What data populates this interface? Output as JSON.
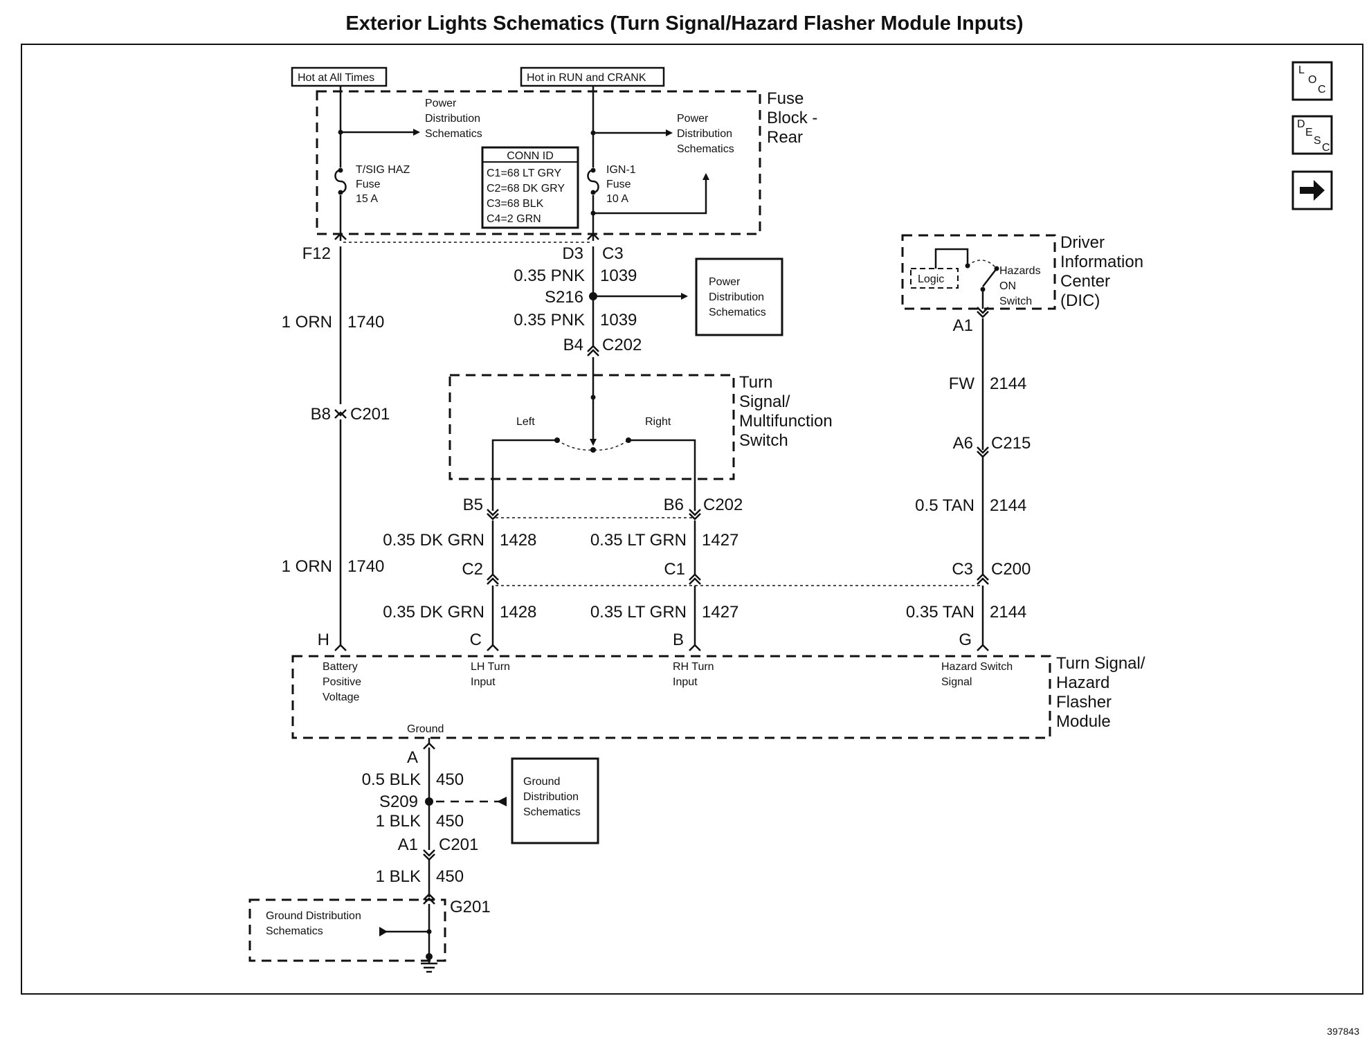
{
  "title": "Exterior Lights Schematics (Turn Signal/Hazard Flasher Module Inputs)",
  "figure_id": "397843",
  "nav": {
    "loc": [
      "L",
      "O",
      "C"
    ],
    "desc": [
      "D",
      "E",
      "S",
      "C"
    ],
    "next_icon": "right-arrow-icon"
  },
  "fuse_block": {
    "hot_all_times": "Hot at All Times",
    "hot_run_crank": "Hot in RUN and CRANK",
    "name": [
      "Fuse",
      "Block -",
      "Rear"
    ],
    "pd_left": [
      "Power",
      "Distribution",
      "Schematics"
    ],
    "pd_right": [
      "Power",
      "Distribution",
      "Schematics"
    ],
    "fuse_left": [
      "T/SIG HAZ",
      "Fuse",
      "15 A"
    ],
    "fuse_right": [
      "IGN-1",
      "Fuse",
      "10 A"
    ],
    "conn_id_title": "CONN ID",
    "conn_id_rows": [
      "C1=68 LT GRY",
      "C2=68 DK GRY",
      "C3=68 BLK",
      "C4=2 GRN"
    ]
  },
  "left_branch": {
    "f12": "F12",
    "wire1": "1 ORN",
    "circ1": "1740",
    "b8": "B8",
    "c201": "C201",
    "wire2": "1 ORN",
    "circ2": "1740",
    "h": "H"
  },
  "center_branch": {
    "d3": "D3",
    "c3": "C3",
    "wire1": "0.35 PNK",
    "circ1": "1039",
    "s216": "S216",
    "wire2": "0.35 PNK",
    "circ2": "1039",
    "b4": "B4",
    "c202": "C202",
    "pd_box": [
      "Power",
      "Distribution",
      "Schematics"
    ]
  },
  "switch": {
    "name": [
      "Turn",
      "Signal/",
      "Multifunction",
      "Switch"
    ],
    "left": "Left",
    "right": "Right"
  },
  "lh_branch": {
    "b5": "B5",
    "wire1": "0.35 DK GRN",
    "circ1": "1428",
    "c2": "C2",
    "wire2": "0.35 DK GRN",
    "circ2": "1428",
    "c": "C"
  },
  "rh_branch": {
    "b6": "B6",
    "c202": "C202",
    "wire1": "0.35 LT GRN",
    "circ1": "1427",
    "c1": "C1",
    "wire2": "0.35 LT GRN",
    "circ2": "1427",
    "b": "B"
  },
  "dic": {
    "name": [
      "Driver",
      "Information",
      "Center",
      "(DIC)"
    ],
    "logic": "Logic",
    "switch": [
      "Hazards",
      "ON",
      "Switch"
    ],
    "a1": "A1",
    "fw": "FW",
    "circ1": "2144",
    "a6": "A6",
    "c215": "C215",
    "wire2": "0.5 TAN",
    "circ2": "2144",
    "c3": "C3",
    "c200": "C200",
    "wire3": "0.35 TAN",
    "circ3": "2144",
    "g": "G"
  },
  "module": {
    "name": [
      "Turn Signal/",
      "Hazard",
      "Flasher",
      "Module"
    ],
    "battery": [
      "Battery",
      "Positive",
      "Voltage"
    ],
    "lh": [
      "LH Turn",
      "Input"
    ],
    "rh": [
      "RH Turn",
      "Input"
    ],
    "hazard": [
      "Hazard Switch",
      "Signal"
    ],
    "ground": "Ground"
  },
  "ground": {
    "a": "A",
    "wire1": "0.5 BLK",
    "circ1": "450",
    "s209": "S209",
    "wire2": "1 BLK",
    "circ2": "450",
    "a1": "A1",
    "c201": "C201",
    "wire3": "1 BLK",
    "circ3": "450",
    "g201": "G201",
    "gd_box": [
      "Ground",
      "Distribution",
      "Schematics"
    ],
    "gd_dashed": [
      "Ground Distribution",
      "Schematics"
    ]
  }
}
